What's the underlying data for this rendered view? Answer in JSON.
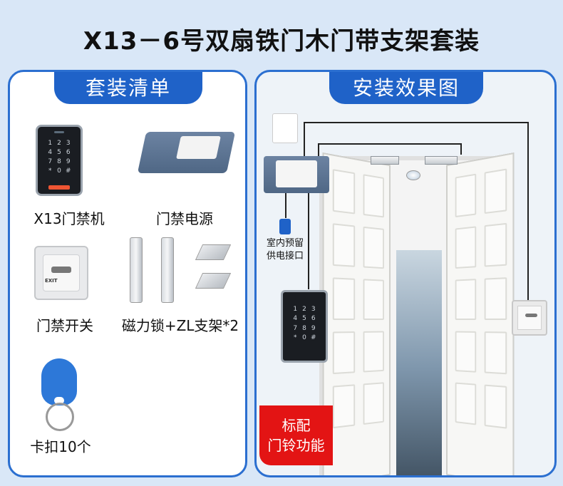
{
  "title": "X13－6号双扇铁门木门带支架套装",
  "left_panel": {
    "header": "套装清单",
    "items": [
      {
        "label": "X13门禁机",
        "icon": "keypad-device-icon"
      },
      {
        "label": "门禁电源",
        "icon": "power-supply-icon"
      },
      {
        "label": "门禁开关",
        "icon": "exit-button-icon"
      },
      {
        "label": "磁力锁+ZL支架*2",
        "icon": "magnetic-lock-icon"
      },
      {
        "label": "卡扣10个",
        "icon": "rfid-fob-icon"
      }
    ]
  },
  "right_panel": {
    "header": "安装效果图",
    "power_note_line1": "室内预留",
    "power_note_line2": "供电接口",
    "badge_line1": "标配",
    "badge_line2": "门铃功能"
  },
  "colors": {
    "accent_blue": "#1f62c8",
    "badge_red": "#e31414",
    "background": "#d9e7f7"
  }
}
